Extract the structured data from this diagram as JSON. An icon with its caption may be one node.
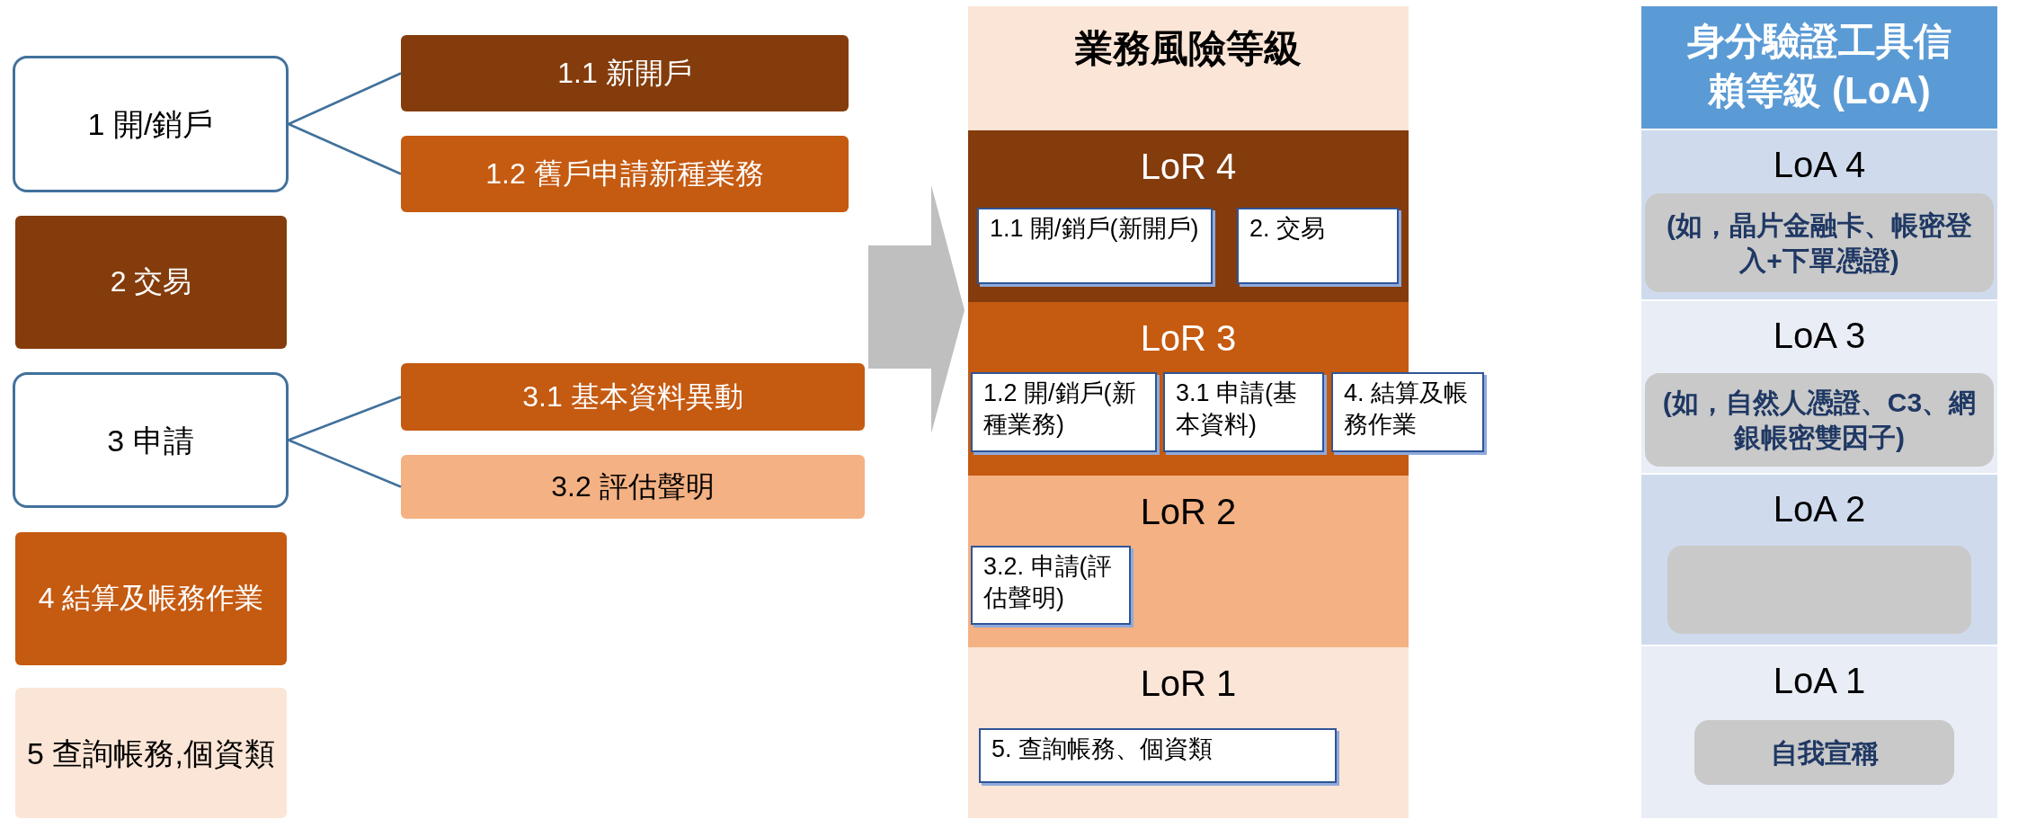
{
  "diagram": {
    "nodes": [
      {
        "text": [
          "1 開/銷戶"
        ]
      },
      {
        "text": [
          "1.1 新開戶"
        ]
      },
      {
        "text": [
          "1.2 舊戶申請新種業務"
        ]
      },
      {
        "text": [
          "2 交易"
        ]
      },
      {
        "text": [
          "3 申請"
        ]
      },
      {
        "text": [
          "3.1 基本資料異動"
        ]
      },
      {
        "text": [
          "3.2 評估聲明"
        ]
      },
      {
        "text": [
          "4 結算及帳務作業"
        ]
      },
      {
        "text": [
          "5 查詢帳務,個資類"
        ]
      },
      {
        "text": [
          "業務風險等級"
        ]
      },
      {
        "text": [
          "LoR 4"
        ],
        "in": 9
      },
      {
        "text": [
          "1.1 開/銷戶(新開戶)"
        ],
        "in": 10
      },
      {
        "text": [
          "2. 交易"
        ],
        "in": 10
      },
      {
        "text": [
          "LoR 3"
        ],
        "in": 9
      },
      {
        "text": [
          "1.2 開/銷戶(新種業務)"
        ],
        "in": 13
      },
      {
        "text": [
          "3.1 申請(基本資料)"
        ],
        "in": 13
      },
      {
        "text": [
          "4. 結算及帳務作業"
        ]
      },
      {
        "text": [
          "LoR 2"
        ],
        "in": 9
      },
      {
        "text": [
          "3.2. 申請(評估聲明)"
        ],
        "in": 17
      },
      {
        "text": [
          "LoR 1"
        ],
        "in": 9
      },
      {
        "text": [
          "5. 查詢帳務、個資類"
        ],
        "in": 19
      },
      {
        "text": [
          "身分驗證工具信賴等級 (LoA)"
        ]
      },
      {
        "text": [
          "LoA 4"
        ]
      },
      {
        "text": [
          "(如，晶片金融卡、帳密登入+下單憑證)"
        ],
        "in": 22
      },
      {
        "text": [
          "LoA 3"
        ]
      },
      {
        "text": [
          "(如，自然人憑證、C3、網銀帳密雙因子)"
        ],
        "in": 24
      },
      {
        "text": [
          "LoA 2"
        ]
      },
      {
        "text": [],
        "shape": "box",
        "in": 26
      },
      {
        "text": [
          "LoA 1"
        ]
      },
      {
        "text": [
          "自我宣稱"
        ],
        "in": 28
      }
    ],
    "edges": [
      {
        "from": 0,
        "to": 1,
        "arrow": "none"
      },
      {
        "from": 0,
        "to": 2,
        "arrow": "none"
      },
      {
        "from": 4,
        "to": 5,
        "arrow": "none"
      },
      {
        "from": 4,
        "to": 6,
        "arrow": "none"
      },
      {
        "from": null,
        "to": 9,
        "arrow": "to",
        "style": "thick",
        "color": "#bfbfbf"
      }
    ]
  }
}
